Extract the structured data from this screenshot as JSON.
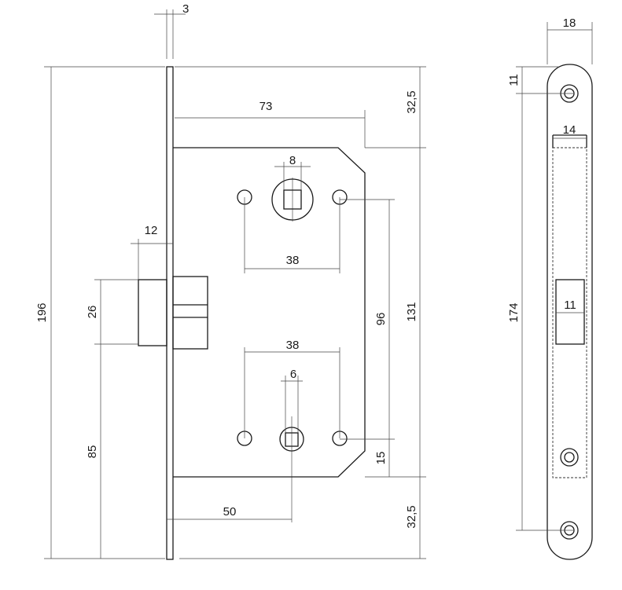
{
  "dimensions": {
    "faceplate_thickness": "3",
    "height_total": "196",
    "backset_top": "73",
    "edge_top": "32,5",
    "spindle_square": "8",
    "bolt_projection": "12",
    "hole_spacing_top": "38",
    "latch_height": "26",
    "spindle_to_cylinder": "96",
    "case_height": "131",
    "hole_spacing_bottom": "38",
    "bolt_square": "6",
    "latch_to_bottom": "85",
    "bottom_offset": "15",
    "backset": "50",
    "edge_bottom": "32,5",
    "strike_width": "18",
    "strike_edge_offset": "11",
    "strike_pocket_width": "14",
    "strike_length": "174",
    "latch_opening_width": "11"
  }
}
